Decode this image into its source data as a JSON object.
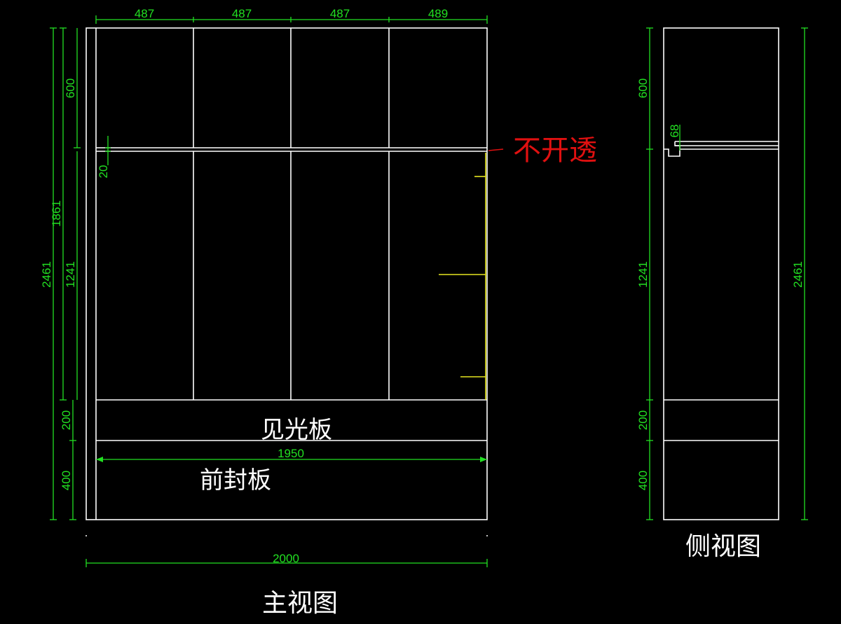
{
  "front_view": {
    "title": "主视图",
    "top_widths": [
      "487",
      "487",
      "487",
      "489"
    ],
    "total_width": "2000",
    "inner_width": "1950",
    "left_heights": {
      "total": "2461",
      "upper": "1861",
      "top_section": "600",
      "mid_section": "1241",
      "light_panel": "200",
      "front_seal": "400"
    },
    "shelf_gap": "20",
    "light_panel_label": "见光板",
    "front_seal_label": "前封板",
    "note": "不开透"
  },
  "side_view": {
    "title": "侧视图",
    "top_section": "600",
    "notch": "68",
    "mid_section": "1241",
    "light_panel": "200",
    "front_seal": "400",
    "total": "2461"
  },
  "colors": {
    "background": "#000000",
    "outline": "#ffffff",
    "dimension": "#22e022",
    "handle": "#e6e620",
    "note": "#e01010"
  }
}
